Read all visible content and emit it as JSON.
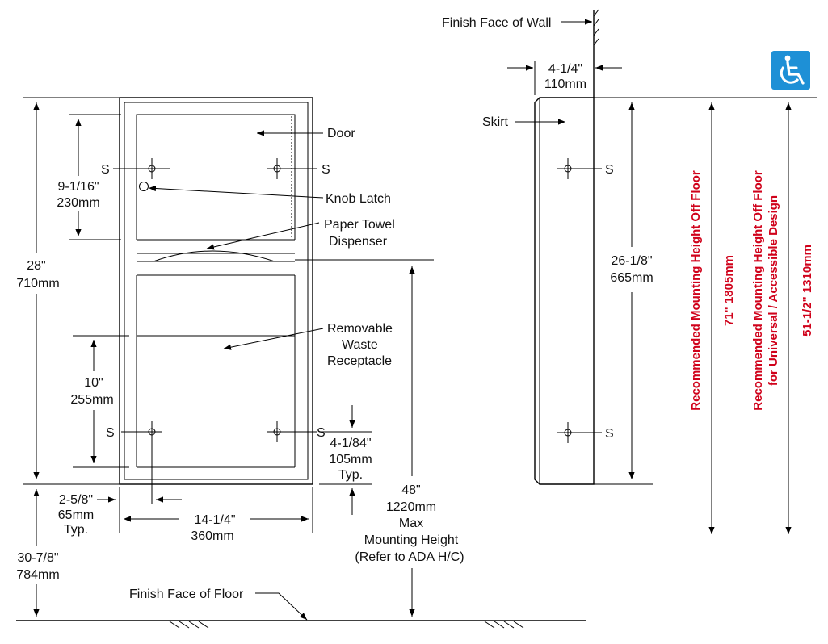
{
  "labels": {
    "finish_face_wall": "Finish Face of Wall",
    "finish_face_floor": "Finish Face of Floor",
    "door": "Door",
    "knob_latch": "Knob Latch",
    "paper_towel_1": "Paper Towel",
    "paper_towel_2": "Dispenser",
    "removable_1": "Removable",
    "removable_2": "Waste",
    "removable_3": "Receptacle",
    "skirt": "Skirt",
    "screw": "S"
  },
  "dims": {
    "depth_in": "4-1/4\"",
    "depth_mm": "110mm",
    "height_in": "28\"",
    "height_mm": "710mm",
    "door_in": "9-1/16\"",
    "door_mm": "230mm",
    "waste_in": "10\"",
    "waste_mm": "255mm",
    "flange_in": "2-5/8\"",
    "flange_mm": "65mm",
    "flange_typ": "Typ.",
    "width_in": "14-1/4\"",
    "width_mm": "360mm",
    "bottom_in": "4-1/84\"",
    "bottom_mm": "105mm",
    "bottom_typ": "Typ.",
    "floor_in": "30-7/8\"",
    "floor_mm": "784mm",
    "max_in": "48\"",
    "max_mm": "1220mm",
    "max_1": "Max",
    "max_2": "Mounting Height",
    "max_3": "(Refer to ADA H/C)",
    "skirt_in": "26-1/8\"",
    "skirt_mm": "665mm"
  },
  "recommended": {
    "line1": "Recommended Mounting Height Off Floor",
    "line1_value": "71\"   1805mm",
    "line2a": "Recommended Mounting Height Off Floor",
    "line2b": "for Universal / Accessible Design",
    "line2_value": "51-1/2\"   1310mm"
  },
  "icons": {
    "accessibility": "wheelchair-icon"
  },
  "colors": {
    "red": "#d0021b",
    "accessible_blue": "#1e90d6"
  }
}
